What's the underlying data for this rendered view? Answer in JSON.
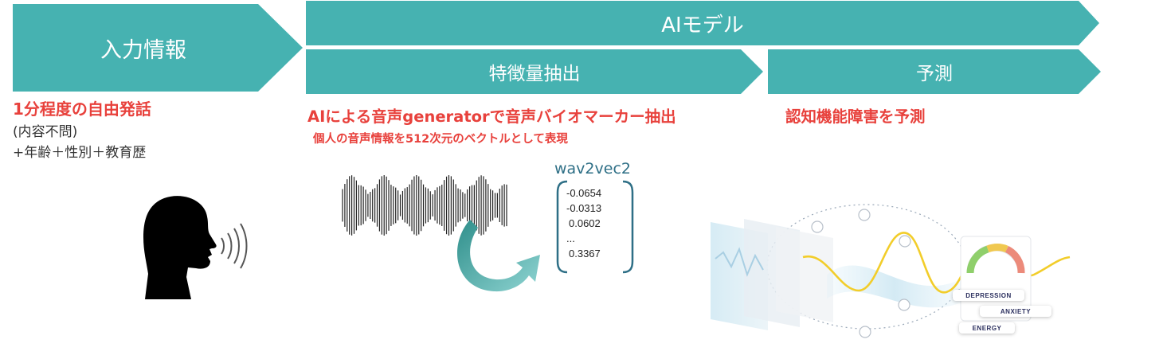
{
  "colors": {
    "teal": "#46b2b1",
    "red": "#e8413c",
    "text": "#333333",
    "vector": "#2e6f86"
  },
  "banners": {
    "input": "入力情報",
    "ai_model": "AIモデル",
    "feature": "特徴量抽出",
    "predict": "予測"
  },
  "input_section": {
    "headline": "1分程度の自由発話",
    "line1": "(内容不問)",
    "line2": "+年齢＋性別＋教育歴"
  },
  "feature_section": {
    "headline": "AIによる音声generatorで音声バイオマーカー抽出",
    "sub": "個人の音声情報を512次元のベクトルとして表現"
  },
  "vector": {
    "label": "wav2vec2",
    "values": [
      "-0.0654",
      "-0.0313",
      "0.0602",
      "...",
      "0.3367"
    ]
  },
  "predict_section": {
    "headline": "認知機能障害を予測"
  },
  "gauge_labels": [
    "DEPRESSION",
    "ANXIETY",
    "ENERGY"
  ],
  "icons": [
    "speaking-head-icon",
    "sound-waves-icon",
    "waveform-icon",
    "curved-arrow-icon",
    "face-icon"
  ]
}
